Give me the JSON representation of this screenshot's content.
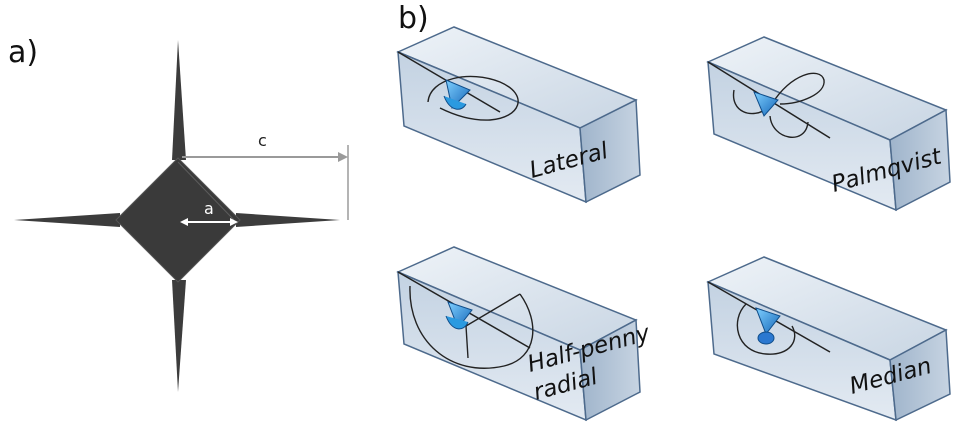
{
  "panel_a": {
    "label": "a)",
    "dimension_c": "c",
    "dimension_a": "a"
  },
  "panel_b": {
    "label": "b)",
    "crack_types": [
      {
        "name_lines": [
          "Lateral"
        ]
      },
      {
        "name_lines": [
          "Palmqvist"
        ]
      },
      {
        "name_lines": [
          "Half-penny",
          "radial"
        ]
      },
      {
        "name_lines": [
          "Median"
        ]
      }
    ]
  },
  "colors": {
    "indent_fill": "#3c3c3c",
    "block_top": "#d7e0ea",
    "block_front": "#b9c9da",
    "block_edge": "#4d6a8c",
    "indenter_blue": "#1f8fd6"
  }
}
